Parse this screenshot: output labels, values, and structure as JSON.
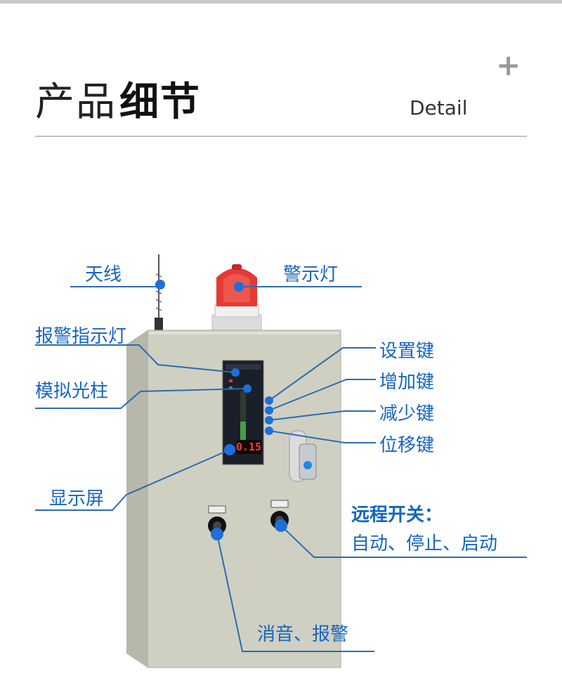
{
  "header": {
    "title_light": "产品",
    "title_bold": "细节",
    "subtitle": "Detail",
    "plus_icon": "plus-icon"
  },
  "labels": {
    "antenna": "天线",
    "warning_light": "警示灯",
    "alarm_indicator": "报警指示灯",
    "analog_bar": "模拟光柱",
    "display": "显示屏",
    "set_key": "设置键",
    "increase_key": "增加键",
    "decrease_key": "减少键",
    "shift_key": "位移键",
    "remote_switch_title": "远程开关：",
    "remote_switch_modes": "自动、停止、启动",
    "mute_alarm": "消音、报警"
  },
  "device": {
    "display_reading": "0.15"
  },
  "colors": {
    "callout": "#1565c0",
    "dot": "#1e6fd9",
    "cabinet": "#cfcfc0",
    "beacon": "#e53935"
  }
}
